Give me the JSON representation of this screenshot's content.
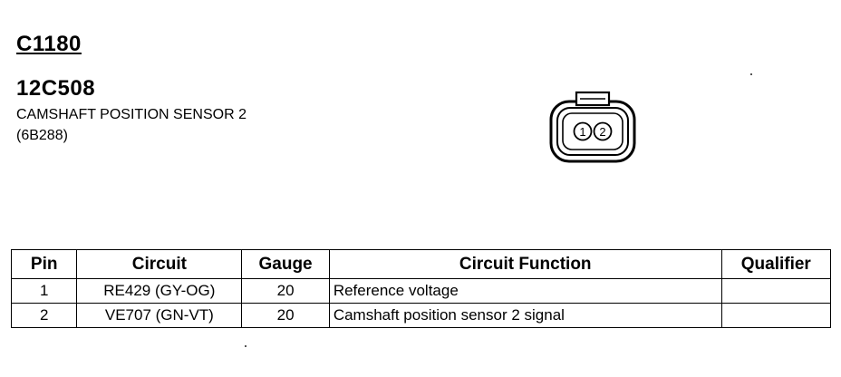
{
  "header": {
    "connector_id": "C1180",
    "part_number": "12C508",
    "description": "CAMSHAFT POSITION SENSOR 2",
    "base_number": "(6B288)"
  },
  "connector": {
    "pin_labels": [
      "1",
      "2"
    ]
  },
  "table": {
    "columns": [
      "Pin",
      "Circuit",
      "Gauge",
      "Circuit Function",
      "Qualifier"
    ],
    "rows": [
      {
        "pin": "1",
        "circuit": "RE429 (GY-OG)",
        "gauge": "20",
        "function": "Reference voltage",
        "qualifier": ""
      },
      {
        "pin": "2",
        "circuit": "VE707 (GN-VT)",
        "gauge": "20",
        "function": "Camshaft position sensor 2 signal",
        "qualifier": ""
      }
    ]
  }
}
